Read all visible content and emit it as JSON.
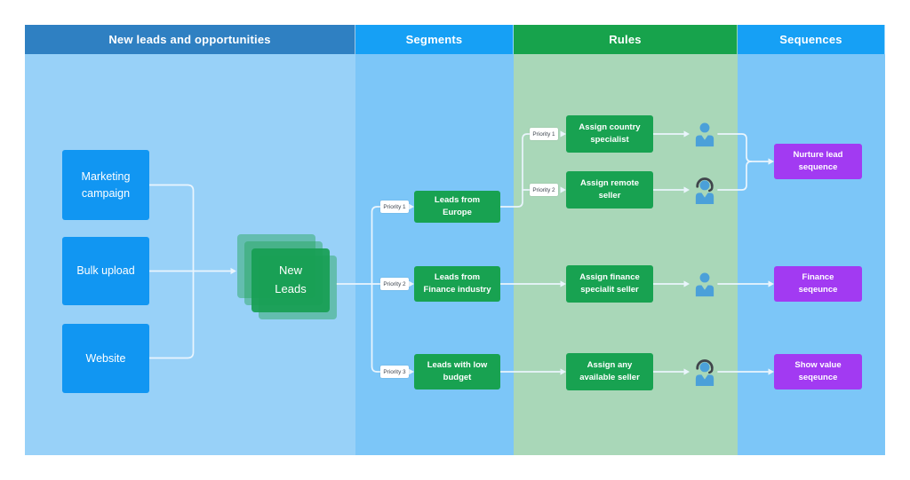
{
  "diagram": {
    "columns": [
      {
        "header": "New leads and opportunities"
      },
      {
        "header": "Segments"
      },
      {
        "header": "Rules"
      },
      {
        "header": "Sequences"
      }
    ],
    "sources": [
      "Marketing campaign",
      "Bulk upload",
      "Website"
    ],
    "new_leads": "New Leads",
    "segments": [
      {
        "priority": "Priority 1",
        "label": "Leads from Europe"
      },
      {
        "priority": "Priority 2",
        "label": "Leads from Finance industry"
      },
      {
        "priority": "Priority 3",
        "label": "Leads with low budget"
      }
    ],
    "rules": [
      {
        "priority": "Priority 1",
        "label": "Assign country specialist",
        "icon": "person-icon"
      },
      {
        "priority": "Priority 2",
        "label": "Assign remote seller",
        "icon": "person-headset-icon"
      },
      {
        "priority": "",
        "label": "Assign finance specialit seller",
        "icon": "person-icon"
      },
      {
        "priority": "",
        "label": "Assign any available seller",
        "icon": "person-headset-icon"
      }
    ],
    "sequences": [
      {
        "label": "Nurture lead sequence"
      },
      {
        "label": "Finance seqeunce"
      },
      {
        "label": "Show value seqeunce"
      }
    ],
    "colors": {
      "header_primary": "#2F80C2",
      "header_blue": "#16A0F5",
      "header_green": "#17A34C",
      "col1_bg": "#98D1F8",
      "col2_bg": "#7CC6F8",
      "col3_bg": "#A9D7B8",
      "node_blue": "#1196F2",
      "node_green": "#18A251",
      "node_purple": "#A23AF2",
      "connector": "#EAF5FD",
      "icon_blue": "#4BA0D9",
      "icon_dark": "#40454B"
    }
  }
}
